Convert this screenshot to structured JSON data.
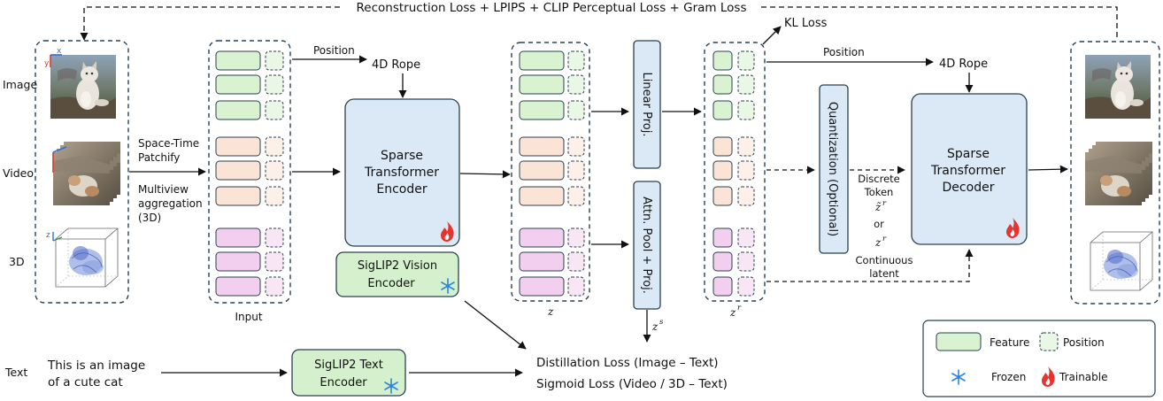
{
  "top_loss": "Reconstruction Loss + LPIPS + CLIP Perceptual Loss + Gram Loss",
  "kl_loss": "KL Loss",
  "modalities": {
    "image": "Image",
    "video": "Video",
    "three_d": "3D",
    "text": "Text"
  },
  "axis_letters": {
    "x": "x",
    "y": "y",
    "z": "z"
  },
  "patchify": {
    "line1": "Space-Time",
    "line2": "Patchify"
  },
  "multiview": {
    "line1": "Multiview",
    "line2": "aggregation",
    "line3": "(3D)"
  },
  "input_label": "Input",
  "position_label": "Position",
  "rope_label": "4D Rope",
  "encoder": {
    "line1": "Sparse",
    "line2": "Transformer",
    "line3": "Encoder"
  },
  "siglip_vision": {
    "line1": "SigLIP2 Vision",
    "line2": "Encoder"
  },
  "z_label": "z",
  "linear_proj": "Linear Proj.",
  "attn_pool": "Attn. Pool + Proj.",
  "zs_label": {
    "base": "z",
    "sup": "s"
  },
  "zr_label": {
    "base": "z",
    "sup": "r"
  },
  "quantization": "Quantization (Optional)",
  "discrete": {
    "line1": "Discrete",
    "line2": "Token",
    "symbol_base": "z̃",
    "symbol_sup": "r"
  },
  "or_label": "or",
  "continuous": {
    "symbol_base": "z",
    "symbol_sup": "r",
    "line1": "Continuous",
    "line2": "latent"
  },
  "decoder": {
    "line1": "Sparse",
    "line2": "Transformer",
    "line3": "Decoder"
  },
  "text_input": {
    "line1": "This is an image",
    "line2": "of a cute cat"
  },
  "siglip_text": {
    "line1": "SigLIP2 Text",
    "line2": "Encoder"
  },
  "distill_loss": "Distillation Loss (Image – Text)",
  "sigmoid_loss": "Sigmoid Loss (Video / 3D – Text)",
  "legend": {
    "feature": "Feature",
    "position": "Position",
    "frozen": "Frozen",
    "trainable": "Trainable"
  },
  "colors": {
    "feature_green": "#d9f2d0",
    "position_green": "#eaf7e4",
    "feature_orange": "#fbe3d6",
    "position_orange": "#fdf0e8",
    "feature_pink": "#f2cfee",
    "position_pink": "#f8e6f5",
    "block_blue": "#dbe9f6",
    "siglip_green": "#d5f0cc",
    "flame_red": "#e8322d",
    "snowflake_blue": "#2e86de"
  },
  "icons": [
    "snowflake-icon",
    "flame-icon",
    "cat-image-thumbnail",
    "video-frames-thumbnail",
    "3d-point-cloud-thumbnail"
  ]
}
